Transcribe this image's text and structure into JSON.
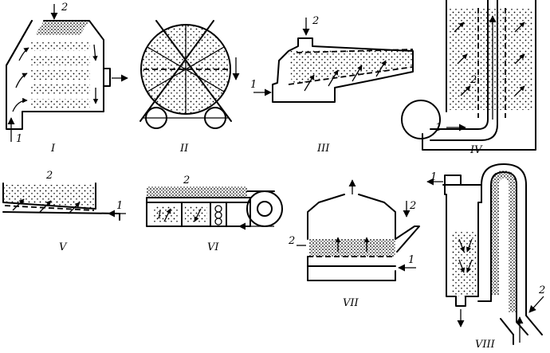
{
  "figure": {
    "panels": [
      {
        "id": "I",
        "label": "I",
        "markers": [
          "2",
          "1"
        ]
      },
      {
        "id": "II",
        "label": "II",
        "markers": []
      },
      {
        "id": "III",
        "label": "III",
        "markers": [
          "2",
          "1"
        ]
      },
      {
        "id": "IV",
        "label": "IV",
        "markers": [
          "2",
          "1"
        ]
      },
      {
        "id": "V",
        "label": "V",
        "markers": [
          "2",
          "1"
        ]
      },
      {
        "id": "VI",
        "label": "VI",
        "markers": [
          "2",
          "1"
        ]
      },
      {
        "id": "VII",
        "label": "VII",
        "markers": [
          "2",
          "2",
          "1"
        ]
      },
      {
        "id": "VIII",
        "label": "VIII",
        "markers": [
          "1",
          "2"
        ]
      }
    ]
  }
}
